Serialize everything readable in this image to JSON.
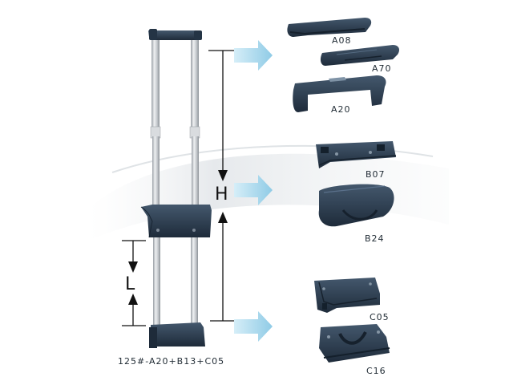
{
  "dimensions": {
    "h_label": "H",
    "l_label": "L"
  },
  "assembly_code": "125#-A20+B13+C05",
  "parts": {
    "top_handles": [
      "A08",
      "A70",
      "A20"
    ],
    "middle_parts": [
      "B07",
      "B24"
    ],
    "bottom_parts": [
      "C05",
      "C16"
    ]
  },
  "colors": {
    "plastic": "#2e3f52",
    "plastic_dark": "#1e2b3a",
    "tube": "#c9cdd1",
    "arrow": "#9fd3ea",
    "swoosh": "#e9ecee"
  }
}
